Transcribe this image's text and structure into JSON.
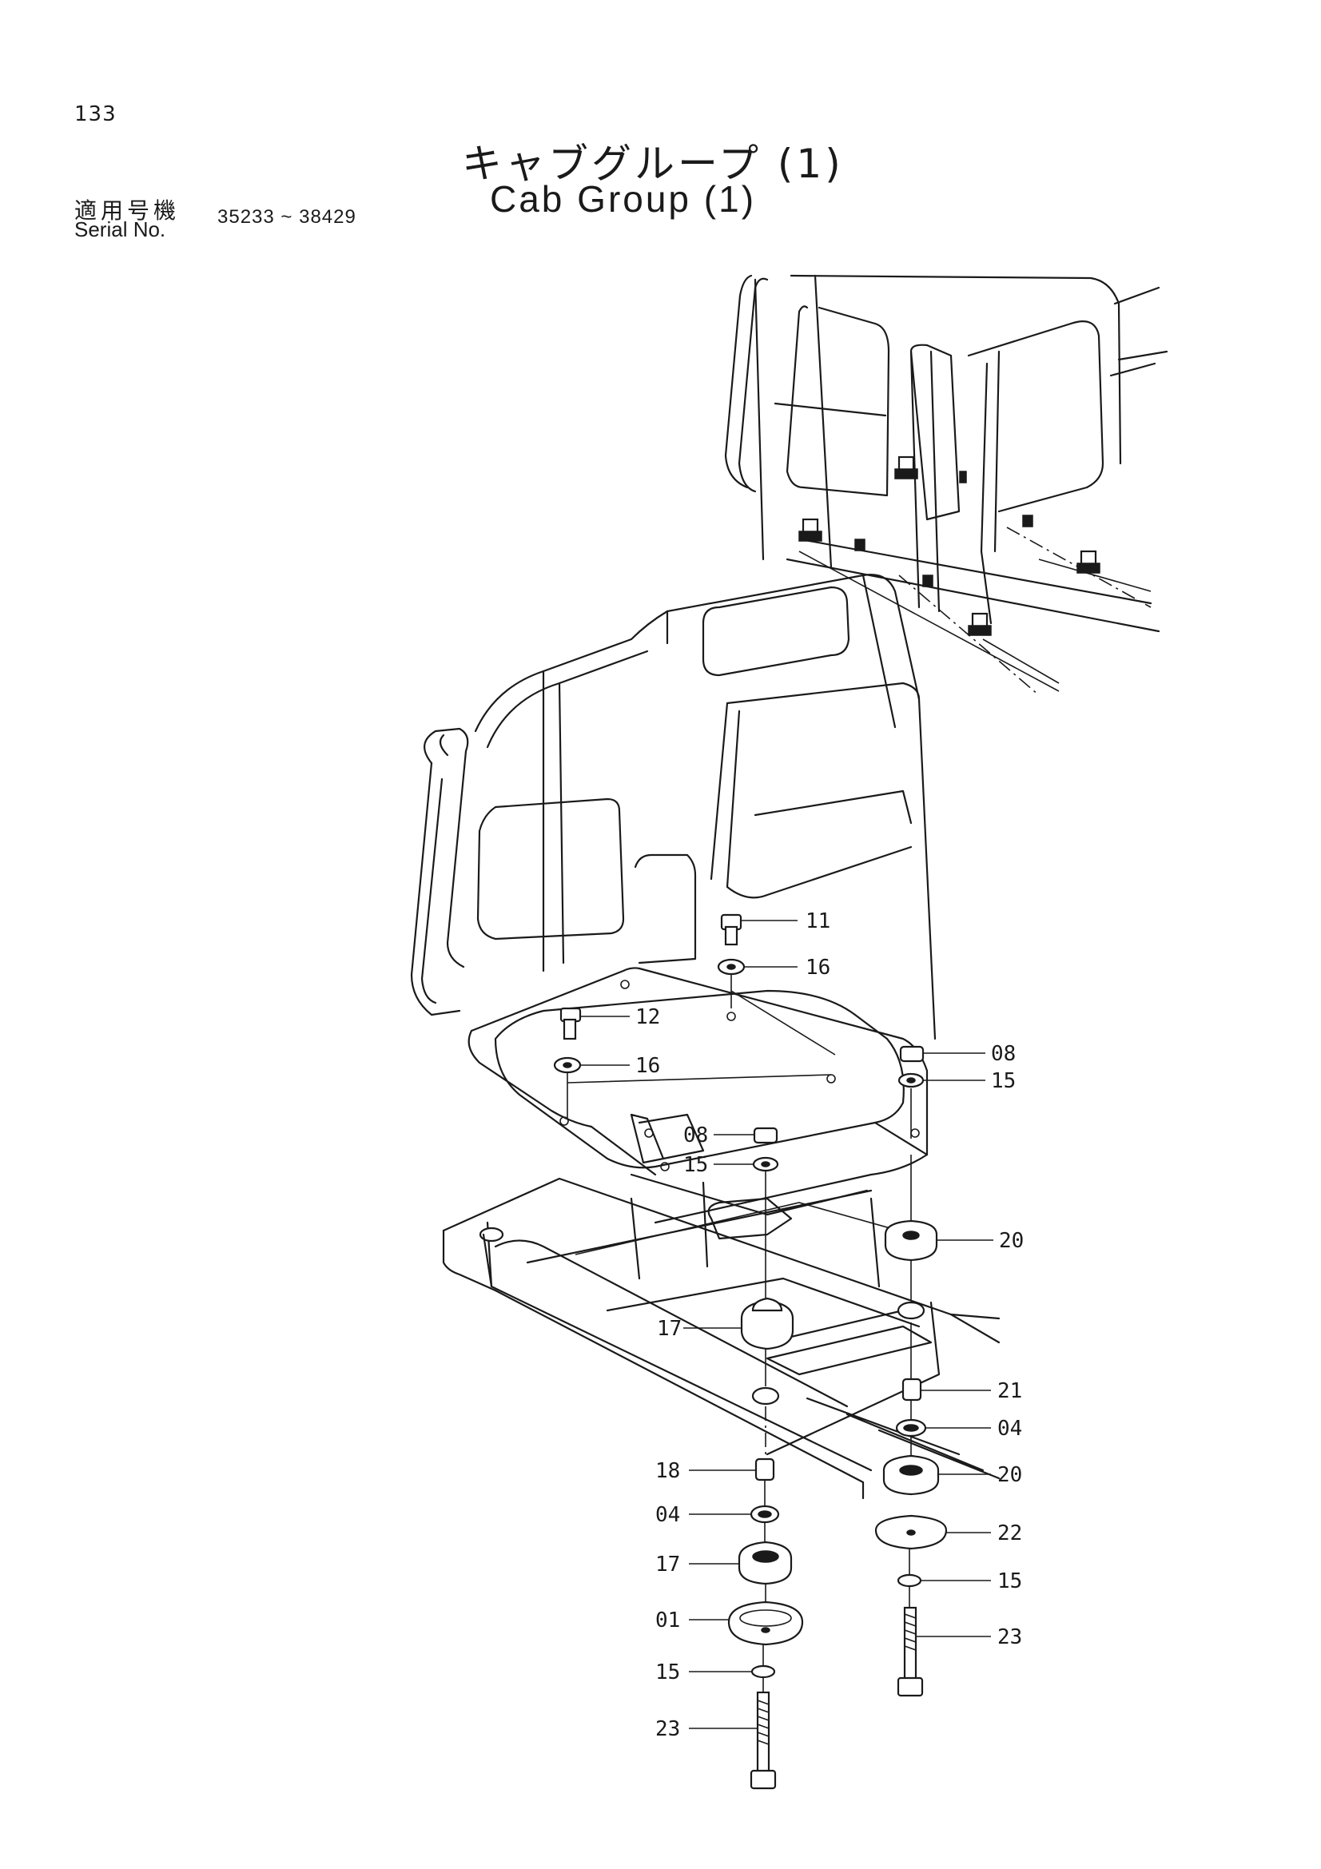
{
  "header": {
    "page_number": "133",
    "title_ja": "キャブグループ (1)",
    "title_en": "Cab Group (1)",
    "serial_label_ja": "適用号機",
    "serial_label_en": "Serial No.",
    "serial_range": "35233 ~ 38429"
  },
  "callouts": [
    "11",
    "16",
    "12",
    "16",
    "08",
    "15",
    "08",
    "15",
    "20",
    "17",
    "21",
    "04",
    "20",
    "18",
    "04",
    "22",
    "17",
    "15",
    "01",
    "23",
    "15",
    "23"
  ]
}
